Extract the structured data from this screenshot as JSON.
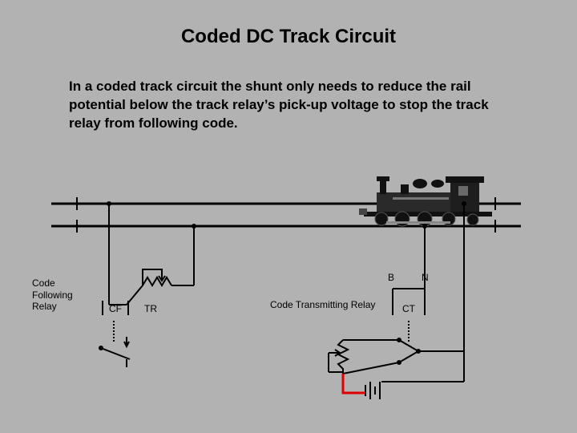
{
  "title": "Coded DC Track Circuit",
  "description": "In a coded track circuit the shunt only needs to reduce the rail potential below the track relay’s pick-up voltage to stop the track relay from following code.",
  "labels": {
    "cf_relay_name": "Code Following Relay",
    "cf": "CF",
    "tr": "TR",
    "ct_relay_name": "Code Transmitting Relay",
    "ct": "CT",
    "b": "B",
    "n": "N"
  },
  "colors": {
    "background": "#b2b2b2",
    "wire": "#000000",
    "highlight_wire": "#e00000"
  }
}
